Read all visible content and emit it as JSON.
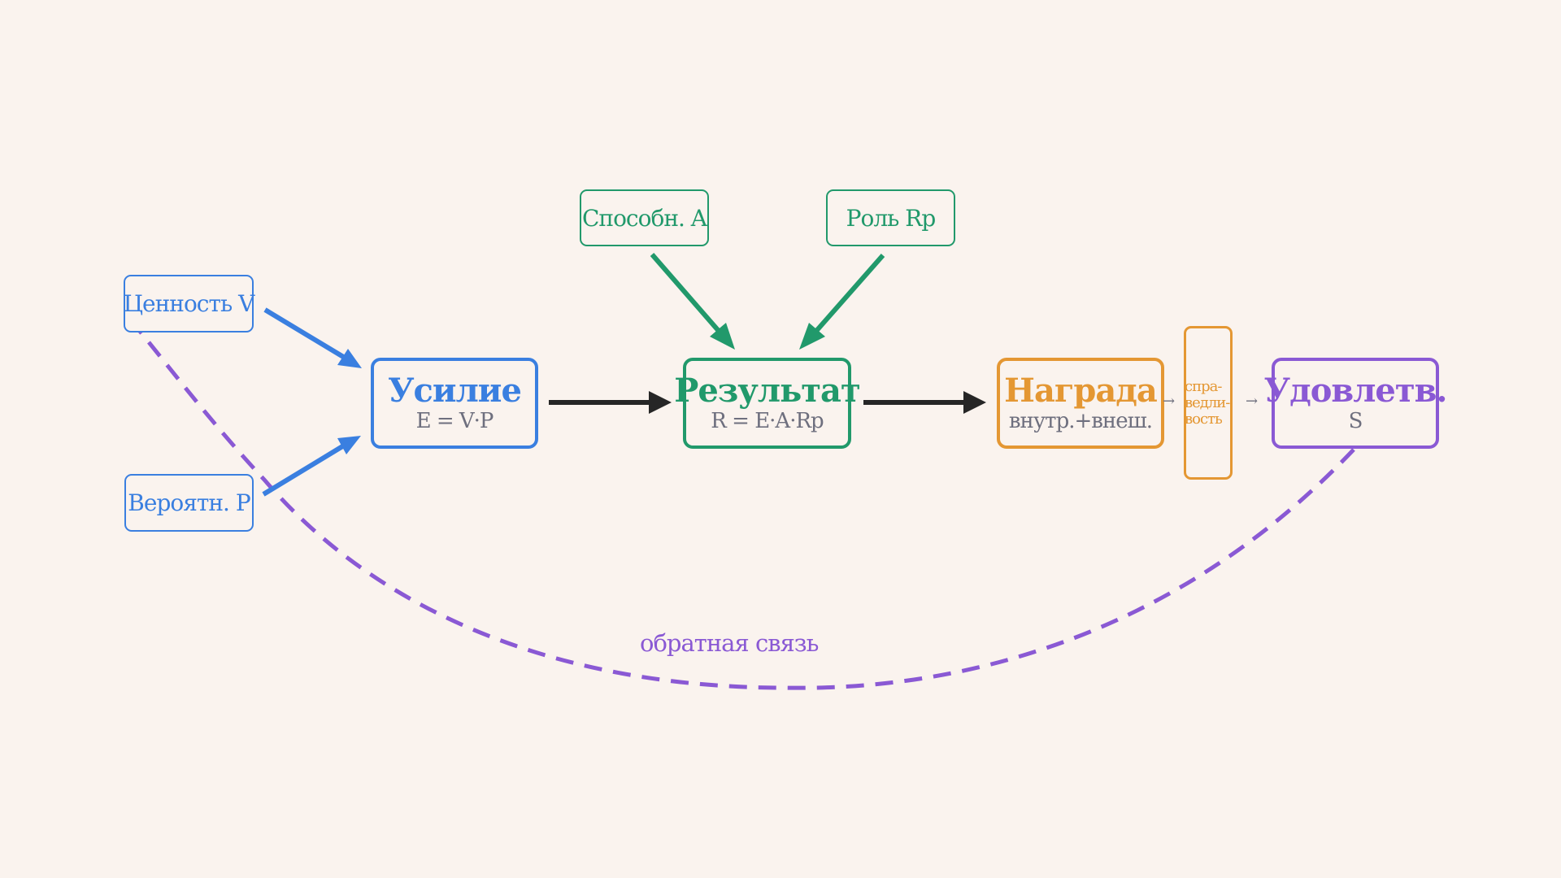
{
  "nodes": {
    "value": {
      "label": "Ценность V"
    },
    "probability": {
      "label": "Вероятн. P"
    },
    "ability": {
      "label": "Способн. A"
    },
    "role": {
      "label": "Роль Rp"
    },
    "effort": {
      "title": "Усилие",
      "formula": "E = V·P"
    },
    "result": {
      "title": "Результат",
      "formula": "R = E·A·Rp"
    },
    "reward": {
      "title": "Награда",
      "formula": "внутр.+внеш."
    },
    "justice": {
      "lines": [
        "спра-",
        "ведли-",
        "вость"
      ]
    },
    "satisfaction": {
      "title": "Удовлетв.",
      "formula": "S"
    }
  },
  "connectors": {
    "reward_to_justice": "→",
    "justice_to_satisfaction": "→"
  },
  "feedback": {
    "label": "обратная связь"
  },
  "colors": {
    "background": "#faf3ee",
    "blue": "#3a7fe0",
    "green": "#21996b",
    "orange": "#e49733",
    "purple": "#8a59d4",
    "arrow_dark": "#262626",
    "subtext": "#6e6f7e"
  }
}
